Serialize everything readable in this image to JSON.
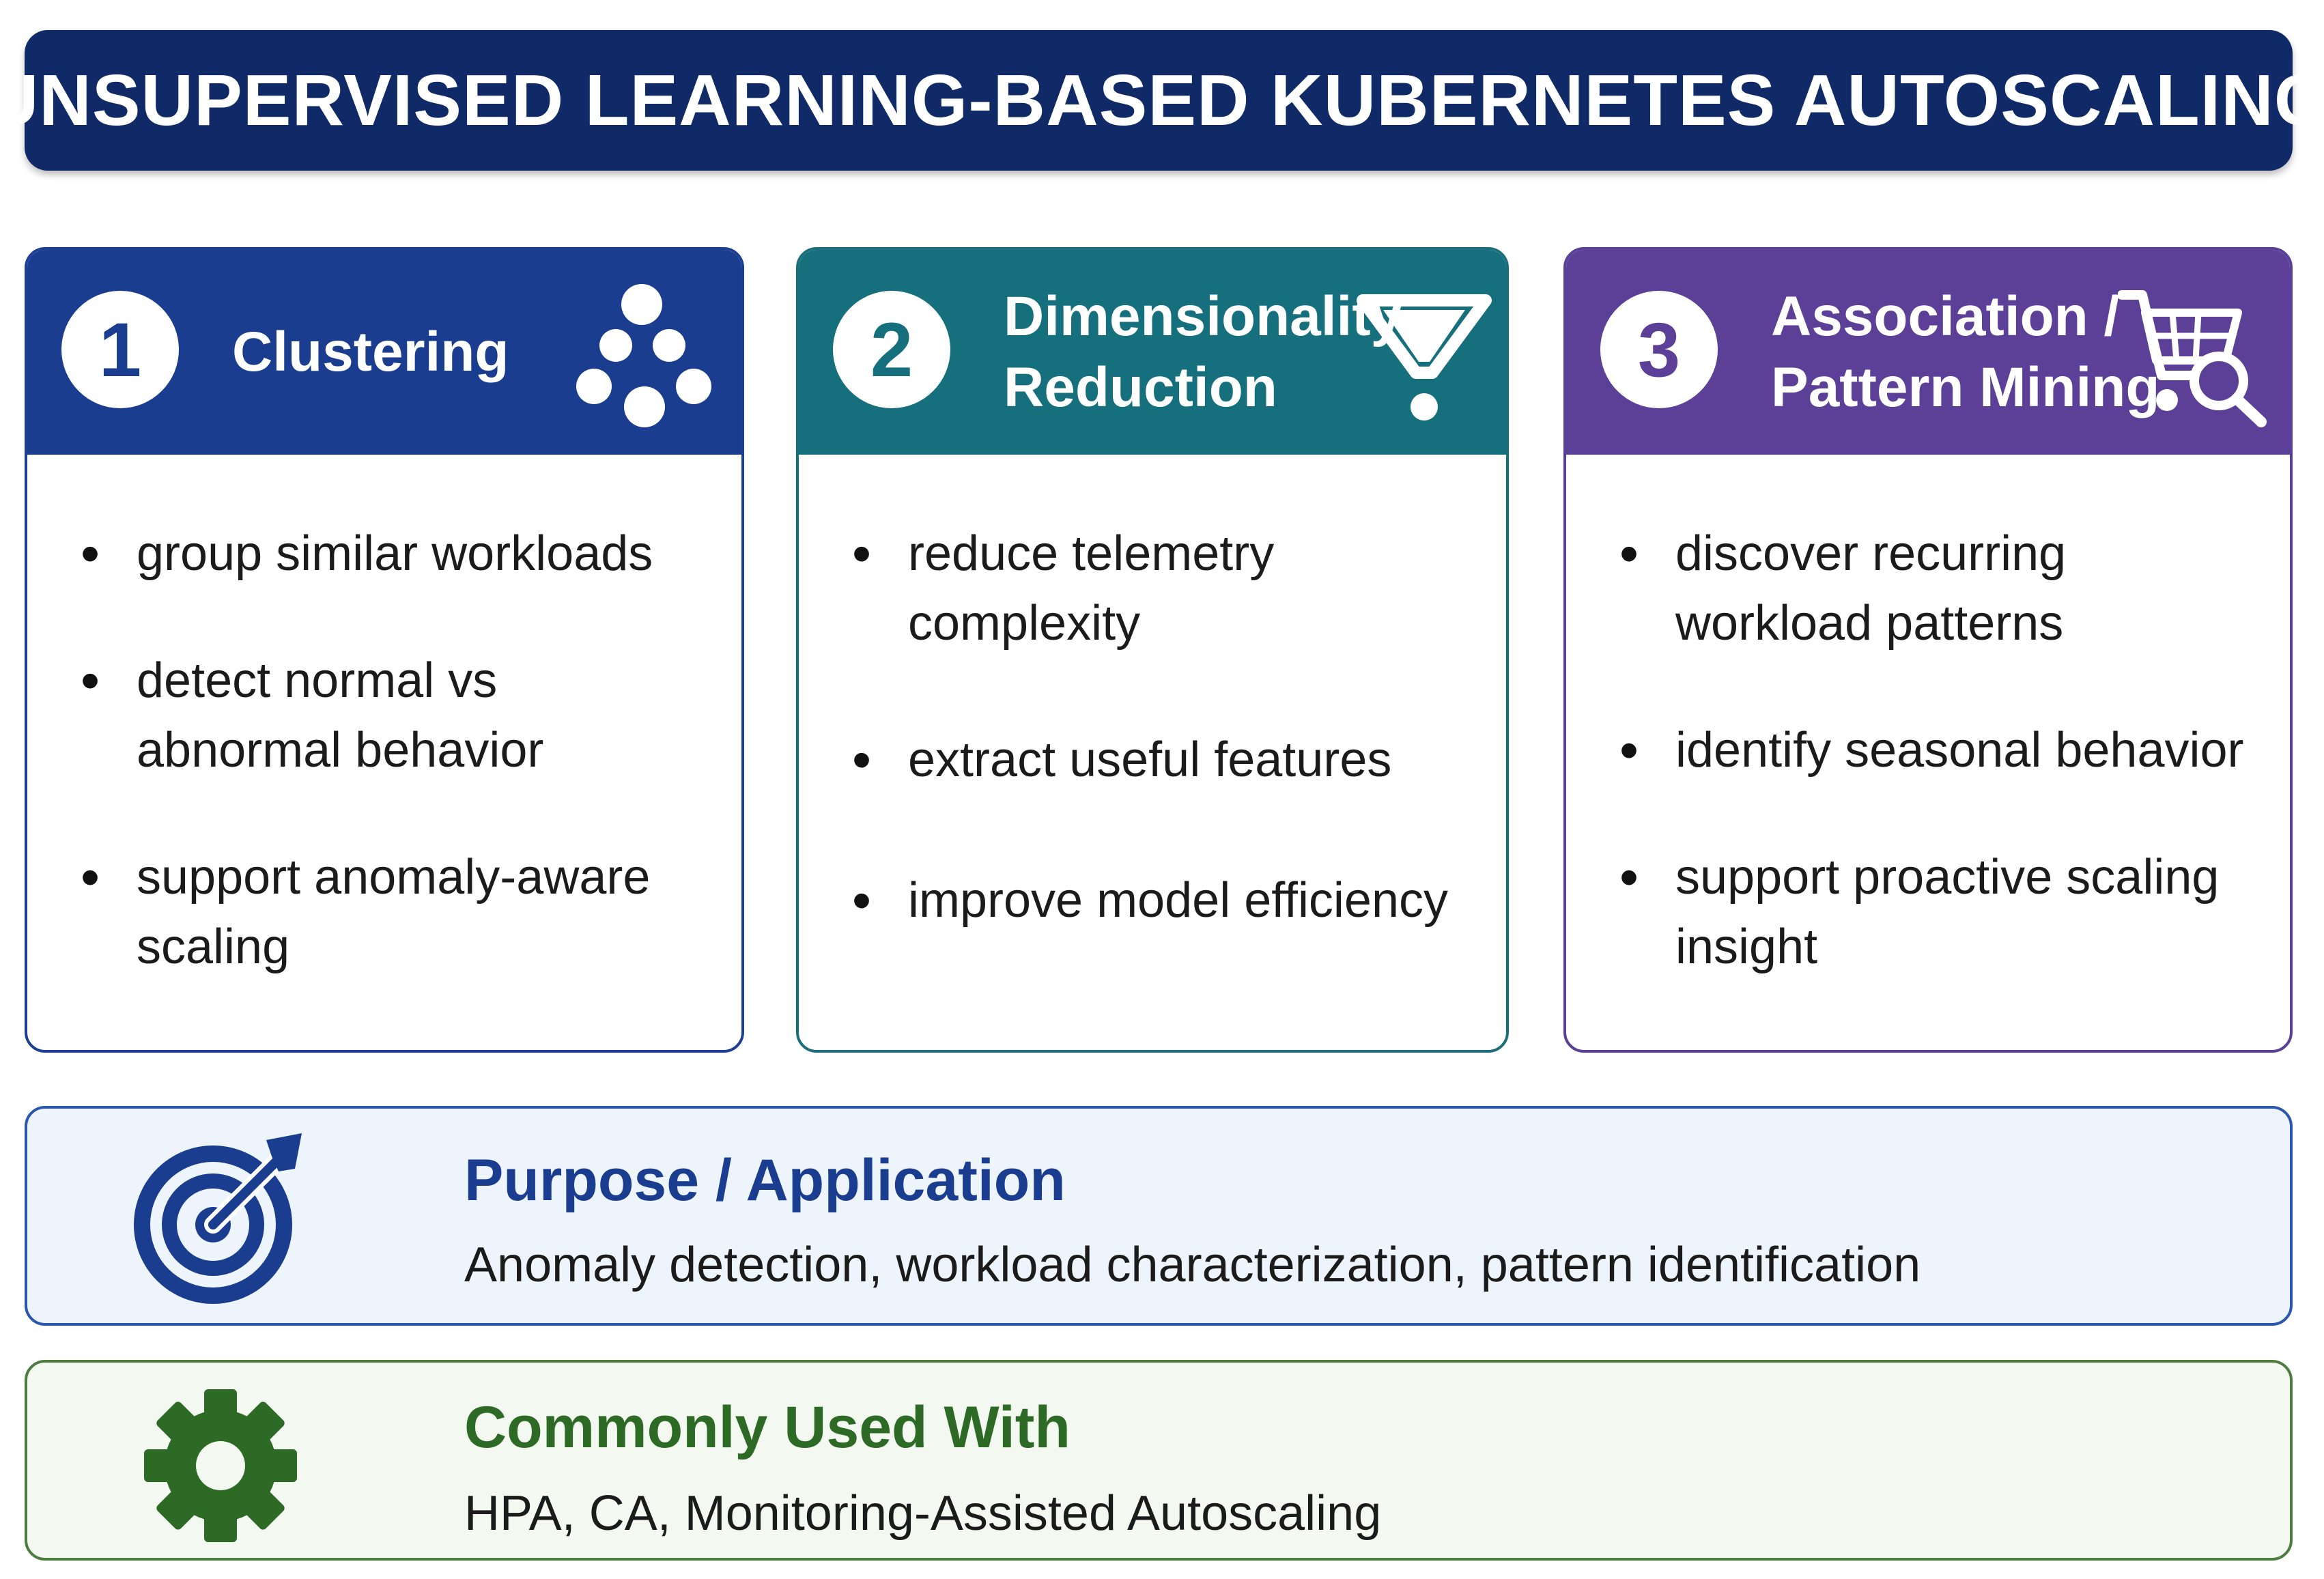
{
  "title": "UNSUPERVISED LEARNING-BASED KUBERNETES AUTOSCALING",
  "cards": [
    {
      "number": "1",
      "title": "Clustering",
      "icon": "clusters-icon",
      "color": "#1a3d8f",
      "bullets": [
        "group similar workloads",
        "detect normal vs abnormal behavior",
        "support anomaly-aware scaling"
      ]
    },
    {
      "number": "2",
      "title": "Dimensionality\nReduction",
      "icon": "funnel-icon",
      "color": "#156f7c",
      "bullets": [
        "reduce telemetry complexity",
        "extract useful features",
        "improve model efficiency"
      ]
    },
    {
      "number": "3",
      "title": "Association /\nPattern Mining",
      "icon": "cart-search-icon",
      "color": "#5c3f97",
      "bullets": [
        "discover recurring workload patterns",
        "identify seasonal behavior",
        "support proactive scaling insight"
      ]
    }
  ],
  "purpose": {
    "icon": "target-icon",
    "heading": "Purpose / Application",
    "text": "Anomaly detection, workload characterization, pattern identification"
  },
  "common": {
    "icon": "gear-icon",
    "heading": "Commonly Used With",
    "text": "HPA, CA, Monitoring-Assisted Autoscaling"
  }
}
